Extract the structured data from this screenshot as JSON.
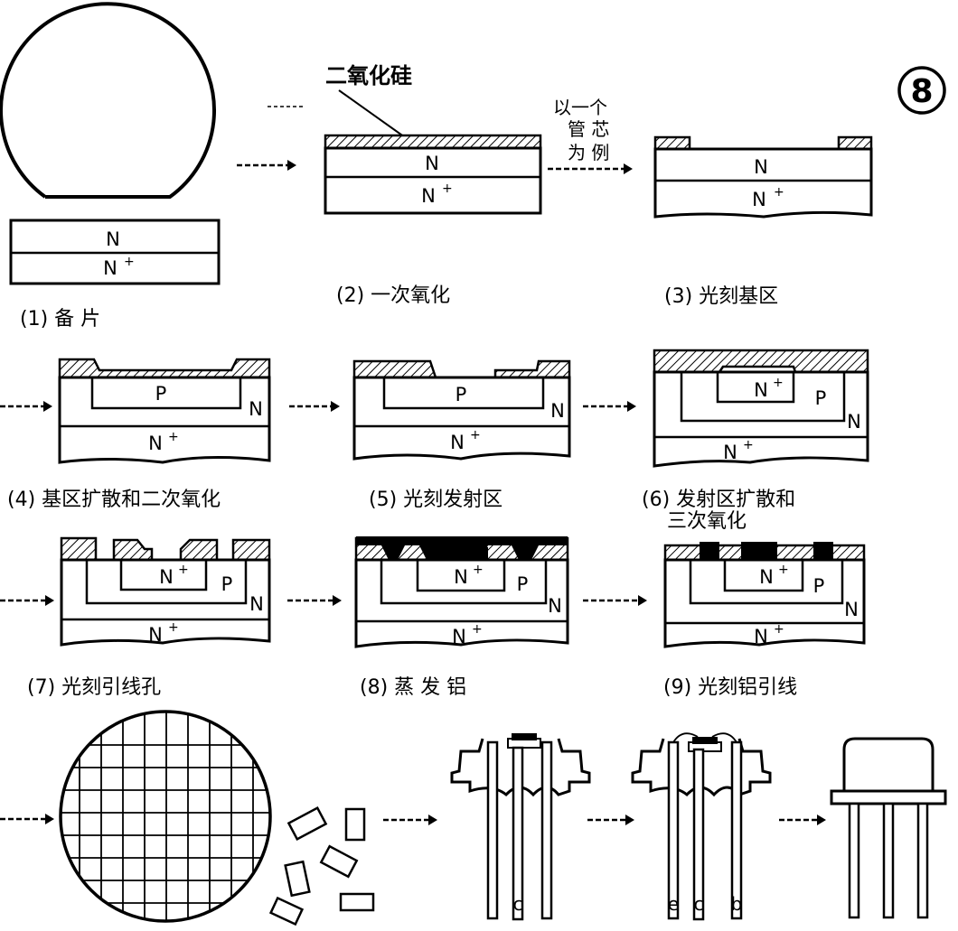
{
  "badge": "8",
  "oxide_label": "二氧化硅",
  "side_note": [
    "以一个",
    "管 芯",
    "为 例"
  ],
  "layers": {
    "n": "N",
    "n_plus": "N+",
    "p": "P",
    "plus": "+"
  },
  "steps": [
    {
      "caption": "(1) 备 片"
    },
    {
      "caption": "(2) 一次氧化"
    },
    {
      "caption": "(3) 光刻基区"
    },
    {
      "caption": "(4) 基区扩散和二次氧化"
    },
    {
      "caption": "(5) 光刻发射区"
    },
    {
      "caption": "(6) 发射区扩散和",
      "caption2": "三次氧化"
    },
    {
      "caption": "(7) 光刻引线孔"
    },
    {
      "caption": "(8) 蒸 发 铝"
    },
    {
      "caption": "(9) 光刻铝引线"
    }
  ],
  "pins": {
    "c": "c",
    "e": "e",
    "b": "b"
  }
}
